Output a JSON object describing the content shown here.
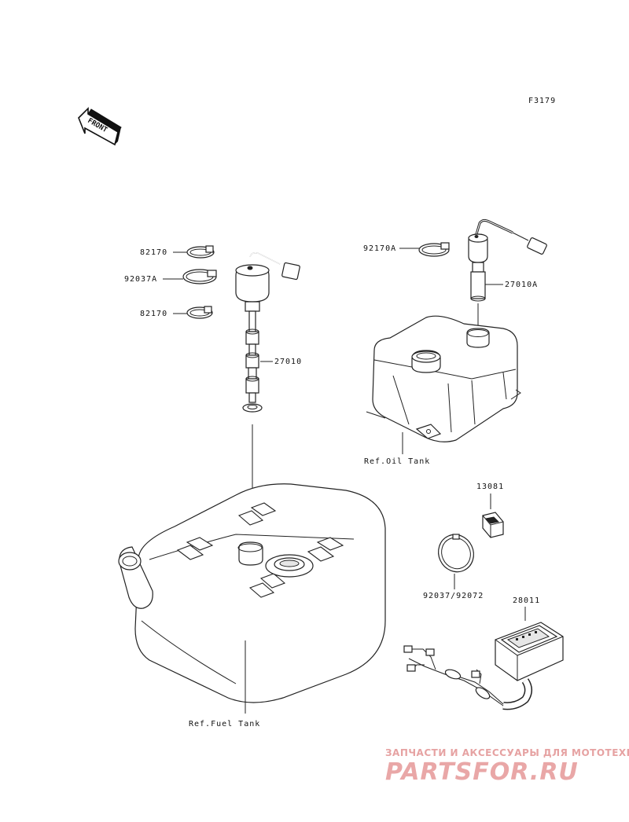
{
  "figure_code": "F3179",
  "front_label": "FRONT",
  "callouts": {
    "clamp_upper": "82170",
    "clamp_band": "92037A",
    "clamp_lower": "82170",
    "fuel_gauge": "27010",
    "clamp_oil": "92170A",
    "oil_gauge": "27010A",
    "ref_oil_tank": "Ref.Oil Tank",
    "sensor": "13081",
    "band": "92037/92072",
    "meter": "28011",
    "ref_fuel_tank": "Ref.Fuel Tank"
  },
  "watermark": {
    "tagline": "ЗАПЧАСТИ И АКСЕССУАРЫ ДЛЯ МОТОТЕХНИКИ",
    "brand": "PARTSFOR.RU"
  }
}
